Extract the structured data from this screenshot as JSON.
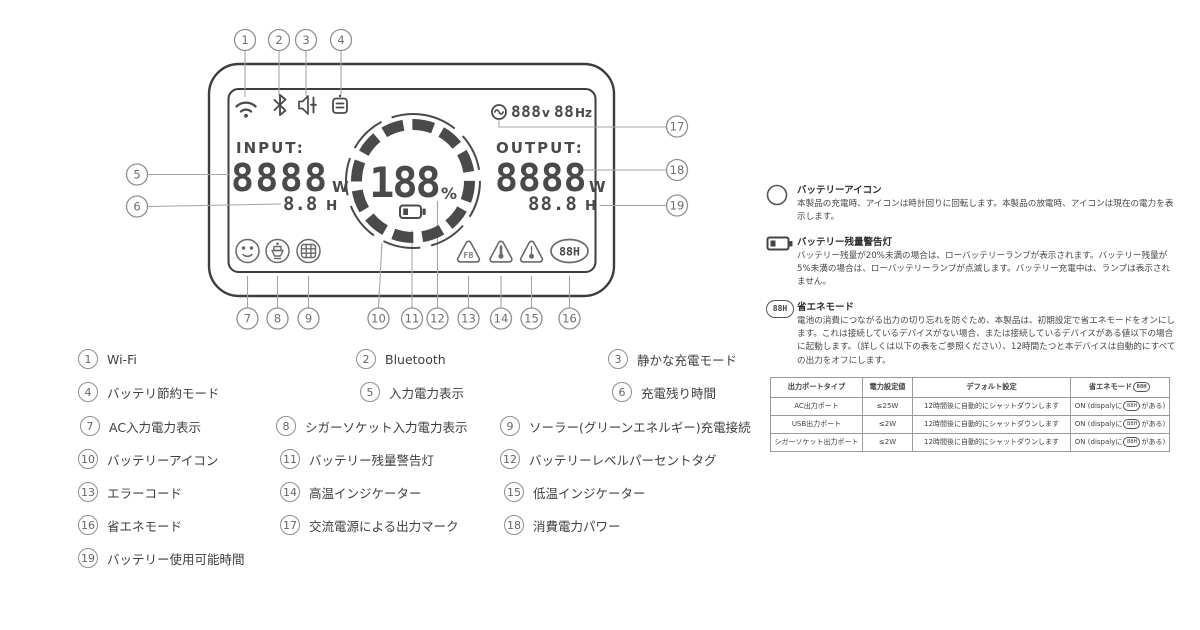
{
  "display": {
    "ac_mark": {
      "voltage": "888",
      "voltage_unit": "v",
      "frequency": "88",
      "frequency_unit": "Hz"
    },
    "input": {
      "label": "INPUT:",
      "power": "8888",
      "power_unit": "W",
      "time": "8.8",
      "time_unit": "H"
    },
    "output": {
      "label": "OUTPUT:",
      "power": "8888",
      "power_unit": "W",
      "time": "88.8",
      "time_unit": "H"
    },
    "battery": {
      "percent": "188",
      "percent_sign": "%"
    },
    "badges": {
      "error_code": "F8",
      "eco_mode": "88H"
    }
  },
  "callouts": [
    "1",
    "2",
    "3",
    "4",
    "5",
    "6",
    "7",
    "8",
    "9",
    "10",
    "11",
    "12",
    "13",
    "14",
    "15",
    "16",
    "17",
    "18",
    "19"
  ],
  "legend": [
    {
      "num": "1",
      "label": "Wi-Fi"
    },
    {
      "num": "2",
      "label": "Bluetooth"
    },
    {
      "num": "3",
      "label": "静かな充電モード"
    },
    {
      "num": "4",
      "label": "バッテリ節約モード"
    },
    {
      "num": "5",
      "label": "入力電力表示"
    },
    {
      "num": "6",
      "label": "充電残り時間"
    },
    {
      "num": "7",
      "label": "AC入力電力表示"
    },
    {
      "num": "8",
      "label": "シガーソケット入力電力表示"
    },
    {
      "num": "9",
      "label": "ソーラー(グリーンエネルギー)充電接続"
    },
    {
      "num": "10",
      "label": "バッテリーアイコン"
    },
    {
      "num": "11",
      "label": "バッテリー残量警告灯"
    },
    {
      "num": "12",
      "label": "バッテリーレベルパーセントタグ"
    },
    {
      "num": "13",
      "label": "エラーコード"
    },
    {
      "num": "14",
      "label": "高温インジケーター"
    },
    {
      "num": "15",
      "label": "低温インジケーター"
    },
    {
      "num": "16",
      "label": "省エネモード"
    },
    {
      "num": "17",
      "label": "交流電源による出力マーク"
    },
    {
      "num": "18",
      "label": "消費電力パワー"
    },
    {
      "num": "19",
      "label": "バッテリー使用可能時間"
    }
  ],
  "info": {
    "sections": [
      {
        "title": "バッテリーアイコン",
        "body": "本製品の充電時、アイコンは時計回りに回転します。本製品の放電時、アイコンは現在の電力を表示します。"
      },
      {
        "title": "バッテリー残量警告灯",
        "body": "バッテリー残量が20%未満の場合は、ローバッテリーランプが表示されます。バッテリー残量が5%未満の場合は、ローバッテリーランプが点滅します。バッテリー充電中は、ランプは表示されません。"
      },
      {
        "title": "省エネモード",
        "badge": "88H",
        "body": "電池の消費につながる出力の切り忘れを防ぐため、本製品は、初期設定で省エネモードをオンにします。これは接続しているデバイスがない場合、または接続しているデバイスがある値以下の場合に起動します。（詳しくは以下の表をご参照ください）、12時間たつと本デバイスは自動的にすべての出力をオフにします。"
      }
    ],
    "table": {
      "headers": [
        "出力ポートタイプ",
        "電力設定値",
        "デフォルト設定",
        "省エネモード"
      ],
      "header_badge": "88H",
      "rows": [
        {
          "port": "AC出力ポート",
          "power": "≤25W",
          "default": "12時間後に自動的にシャットダウンします",
          "eco_prefix": "ON (dispalyに",
          "eco_badge": "88H",
          "eco_suffix": "がある)"
        },
        {
          "port": "USB出力ポート",
          "power": "≤2W",
          "default": "12時間後に自動的にシャットダウンします",
          "eco_prefix": "ON (dispalyに",
          "eco_badge": "88H",
          "eco_suffix": "がある)"
        },
        {
          "port": "シガーソケット出力ポート",
          "power": "≤2W",
          "default": "12時間後に自動的にシャットダウンします",
          "eco_prefix": "ON (dispalyに",
          "eco_badge": "88H",
          "eco_suffix": "がある)"
        }
      ]
    }
  },
  "colors": {
    "ink": "#4a4a4a",
    "device_border": "#3d3d3d",
    "callout_line": "#a6a6a6"
  }
}
